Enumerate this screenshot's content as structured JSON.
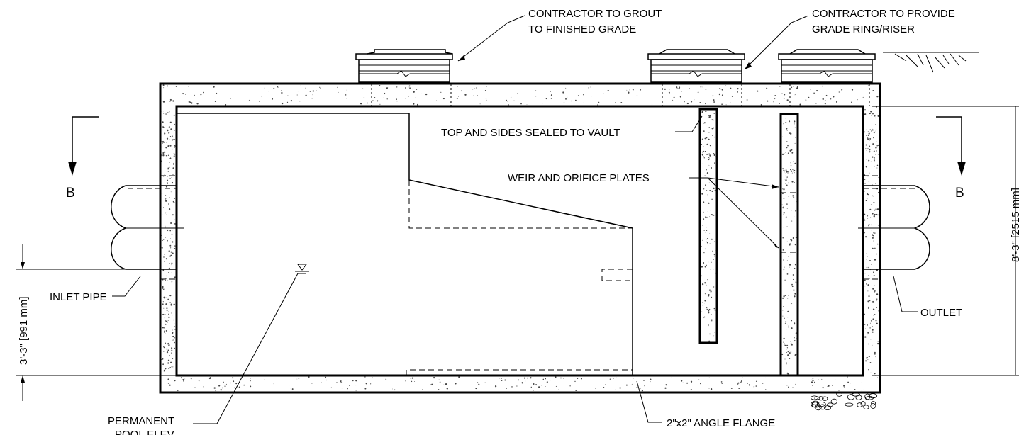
{
  "labels": {
    "grout_note_line1": "CONTRACTOR TO GROUT",
    "grout_note_line2": "TO FINISHED GRADE",
    "riser_note_line1": "CONTRACTOR TO PROVIDE",
    "riser_note_line2": "GRADE RING/RISER",
    "baffle_note": "TOP AND SIDES SEALED TO VAULT",
    "weir_note": "WEIR AND ORIFICE PLATES",
    "inlet_note": "INLET PIPE",
    "outlet_note": "OUTLET",
    "pool_line1": "PERMANENT",
    "pool_line2": "POOL ELEV.",
    "flange_note": "2\"x2\" ANGLE FLANGE",
    "section_left": "B",
    "section_right": "B",
    "dim_pool": "3'-3\" [991 mm]",
    "dim_height": "8'-3\" [2515 mm]"
  },
  "colors": {
    "line": "#000000",
    "concrete_speckle": "#444444"
  }
}
